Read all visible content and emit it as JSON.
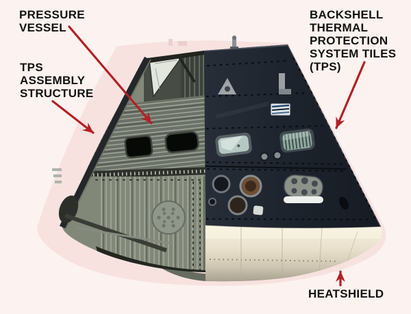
{
  "labels": {
    "pressure_vessel": {
      "lines": [
        "PRESSURE",
        "VESSEL"
      ]
    },
    "tps_assembly": {
      "lines": [
        "TPS",
        "ASSEMBLY",
        "STRUCTURE"
      ]
    },
    "backshell": {
      "lines": [
        "BACKSHELL",
        "THERMAL",
        "PROTECTION",
        "SYSTEM TILES",
        "(TPS)"
      ]
    },
    "heatshield": {
      "lines": [
        "HEATSHIELD"
      ]
    }
  },
  "colors": {
    "background": "#fcf2ef",
    "ghost_silhouette": "#f7e2e0",
    "arrow_red": "#b32025",
    "label_text": "#111111",
    "backshell_tiles_dark": "#1c222b",
    "pressure_vessel_gray": "#828878",
    "heatshield_cream": "#e7dfca"
  },
  "icons": {
    "arrows": [
      "pressure-vessel-arrow",
      "tps-assembly-arrow",
      "backshell-arrow",
      "heatshield-arrow"
    ]
  }
}
